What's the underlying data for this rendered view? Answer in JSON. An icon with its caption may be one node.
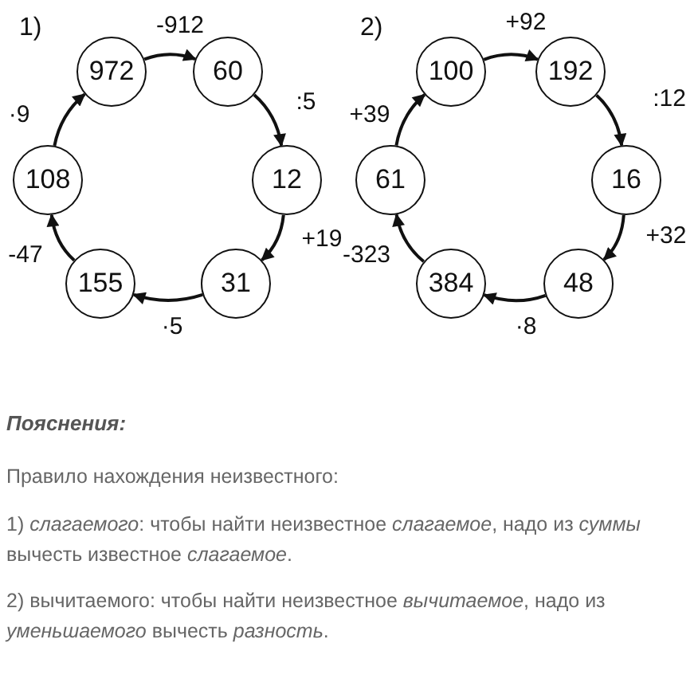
{
  "diagram": {
    "nodes": [
      {
        "text": [
          "972"
        ]
      },
      {
        "text": [
          "60"
        ]
      },
      {
        "text": [
          "12"
        ]
      },
      {
        "text": [
          "31"
        ]
      },
      {
        "text": [
          "155"
        ]
      },
      {
        "text": [
          "108"
        ]
      },
      {
        "text": [
          "100"
        ]
      },
      {
        "text": [
          "192"
        ]
      },
      {
        "text": [
          "16"
        ]
      },
      {
        "text": [
          "48"
        ]
      },
      {
        "text": [
          "384"
        ]
      },
      {
        "text": [
          "61"
        ]
      }
    ],
    "edges": [
      {
        "from": 0,
        "to": 1,
        "arrow": "to",
        "label": "-912"
      },
      {
        "from": 1,
        "to": 2,
        "arrow": "to",
        "label": ":5"
      },
      {
        "from": 2,
        "to": 3,
        "arrow": "to",
        "label": "+19"
      },
      {
        "from": 3,
        "to": 4,
        "arrow": "to",
        "label": "·5"
      },
      {
        "from": 4,
        "to": 5,
        "arrow": "to",
        "label": "-47"
      },
      {
        "from": 5,
        "to": 0,
        "arrow": "to",
        "label": "·9"
      },
      {
        "from": 6,
        "to": 7,
        "arrow": "to",
        "label": "+92"
      },
      {
        "from": 7,
        "to": 8,
        "arrow": "to",
        "label": ":12"
      },
      {
        "from": 8,
        "to": 9,
        "arrow": "to",
        "label": "+32"
      },
      {
        "from": 9,
        "to": 10,
        "arrow": "to",
        "label": "·8"
      },
      {
        "from": 10,
        "to": 11,
        "arrow": "to",
        "label": "-323"
      },
      {
        "from": 11,
        "to": 6,
        "arrow": "to",
        "label": "+39"
      }
    ],
    "labels": [
      "1)",
      "2)",
      "Пояснения:",
      "Правило нахождения неизвестного:",
      "1) *слагаемого*: чтобы найти неизвестное *слагаемое*, надо из *суммы* вычесть известное *слагаемое*.",
      "2) вычитаемого: чтобы найти неизвестное *вычитаемое*, надо из *уменьшаемого* вычесть *разность*."
    ]
  }
}
